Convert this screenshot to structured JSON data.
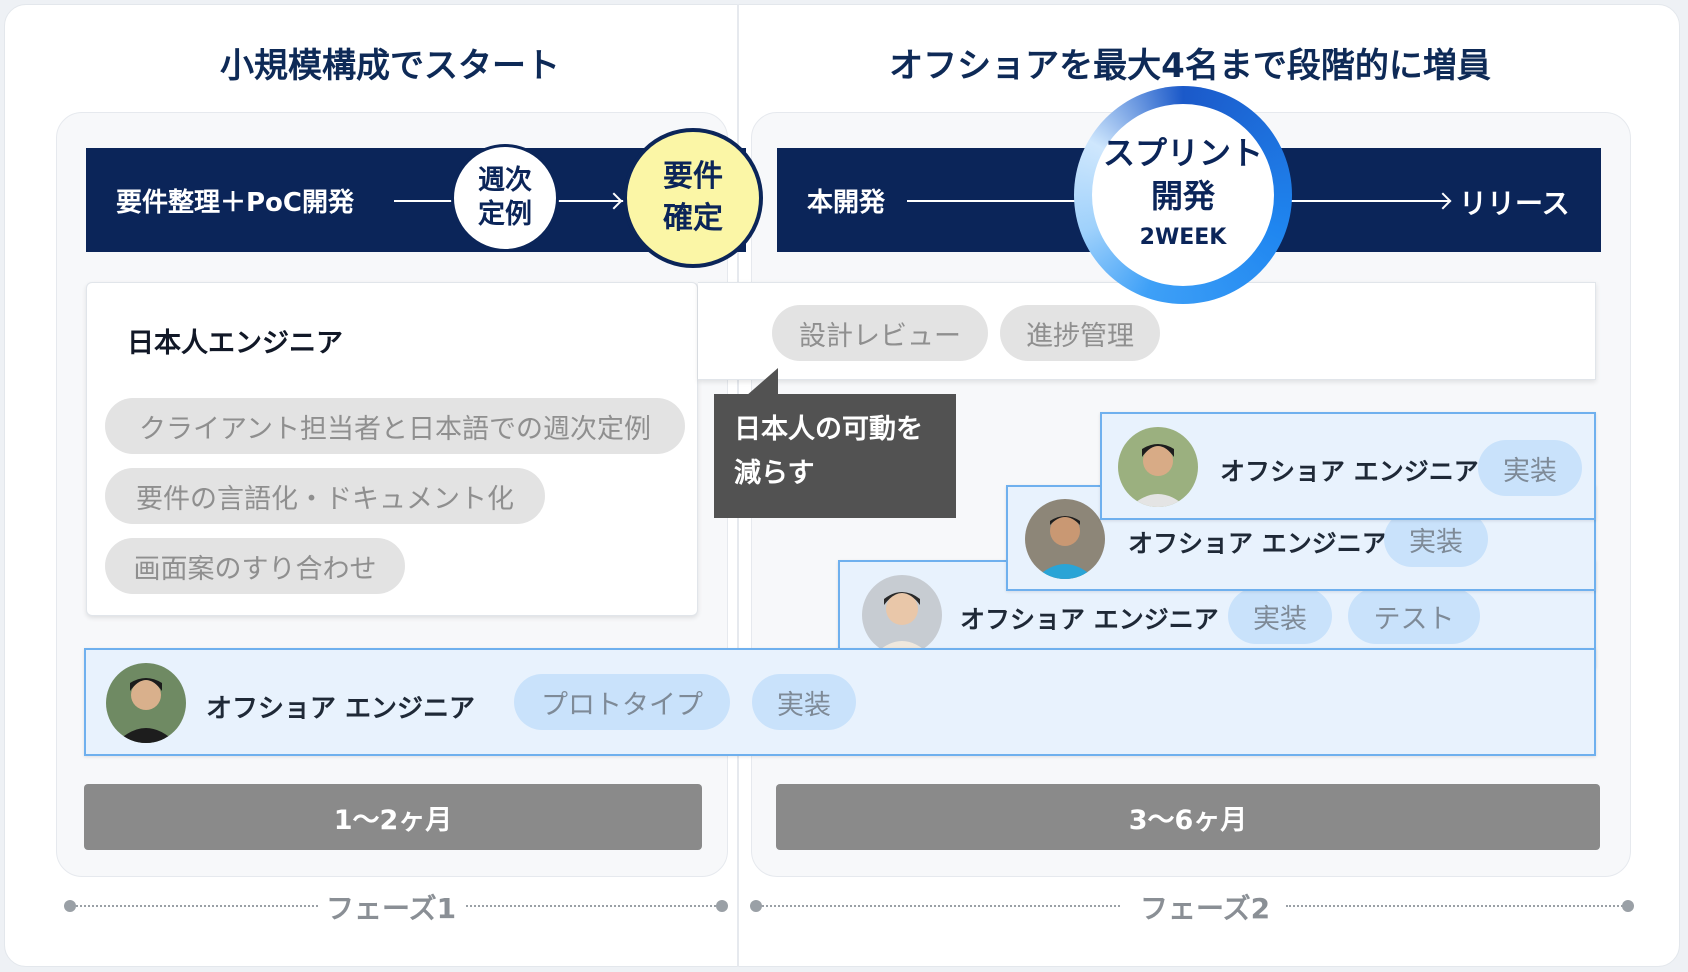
{
  "phase1": {
    "title": "小規模構成でスタート",
    "bar_text": "要件整理＋PoC開発",
    "meeting_line1": "週次",
    "meeting_line2": "定例",
    "confirm_line1": "要件",
    "confirm_line2": "確定",
    "japanese_card": {
      "title": "日本人エンジニア",
      "tasks": [
        "クライアント担当者と日本語での週次定例",
        "要件の言語化・ドキュメント化",
        "画面案のすり合わせ"
      ]
    },
    "offshore": {
      "label": "オフショア エンジニア",
      "tags": [
        "プロトタイプ",
        "実装"
      ]
    },
    "duration": "1〜2ヶ月",
    "phase_label": "フェーズ1"
  },
  "phase2": {
    "title": "オフショアを最大4名まで段階的に増員",
    "bar_start": "本開発",
    "bar_end": "リリース",
    "sprint_line1": "スプリント",
    "sprint_line2": "開発",
    "sprint_period": "2WEEK",
    "review_tags": [
      "設計レビュー",
      "進捗管理"
    ],
    "callout_line1": "日本人の可動を",
    "callout_line2": "減らす",
    "offshore_rows": [
      {
        "label": "オフショア エンジニア",
        "tags": [
          "実装"
        ]
      },
      {
        "label": "オフショア エンジニア",
        "tags": [
          "実装"
        ]
      },
      {
        "label": "オフショア エンジニア",
        "tags": [
          "実装",
          "テスト"
        ]
      }
    ],
    "duration": "3〜6ヶ月",
    "phase_label": "フェーズ2"
  },
  "colors": {
    "navy": "#0b2559",
    "yellow": "#fbf6a6",
    "offshore_bg": "#e8f2fd",
    "offshore_border": "#6fb0ee",
    "ring_blue": "#1f86f0"
  },
  "icons": [
    "arrow-right-icon",
    "avatar-icon"
  ]
}
